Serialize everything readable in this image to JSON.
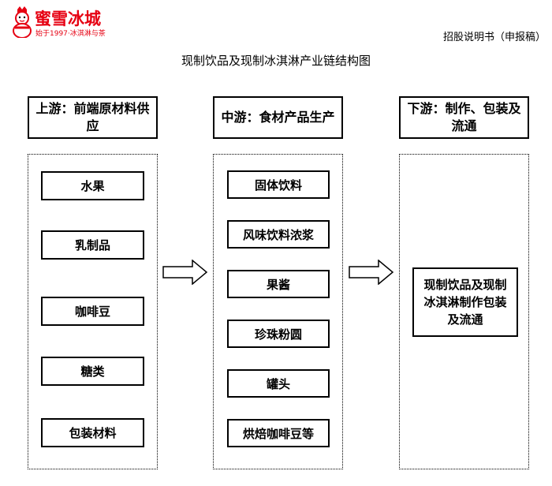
{
  "header": {
    "logo_name": "蜜雪冰城",
    "logo_slogan": "始于1997·冰淇淋与茶",
    "doc_title": "招股说明书（申报稿）"
  },
  "figure": {
    "title": "现制饮品及现制冰淇淋产业链结构图"
  },
  "upstream": {
    "label": "上游：前端原材料供应",
    "items": [
      "水果",
      "乳制品",
      "咖啡豆",
      "糖类",
      "包装材料"
    ]
  },
  "midstream": {
    "label": "中游：食材产品生产",
    "items": [
      "固体饮料",
      "风味饮料浓浆",
      "果酱",
      "珍珠粉圆",
      "罐头",
      "烘焙咖啡豆等"
    ]
  },
  "downstream": {
    "label": "下游：制作、包装及流通",
    "result": "现制饮品及现制冰淇淋制作包装及流通"
  },
  "colors": {
    "brand": "#e60012",
    "line": "#000000"
  },
  "icons": {
    "logo": "snowman-mascot-icon",
    "arrow": "right-arrow-icon"
  }
}
